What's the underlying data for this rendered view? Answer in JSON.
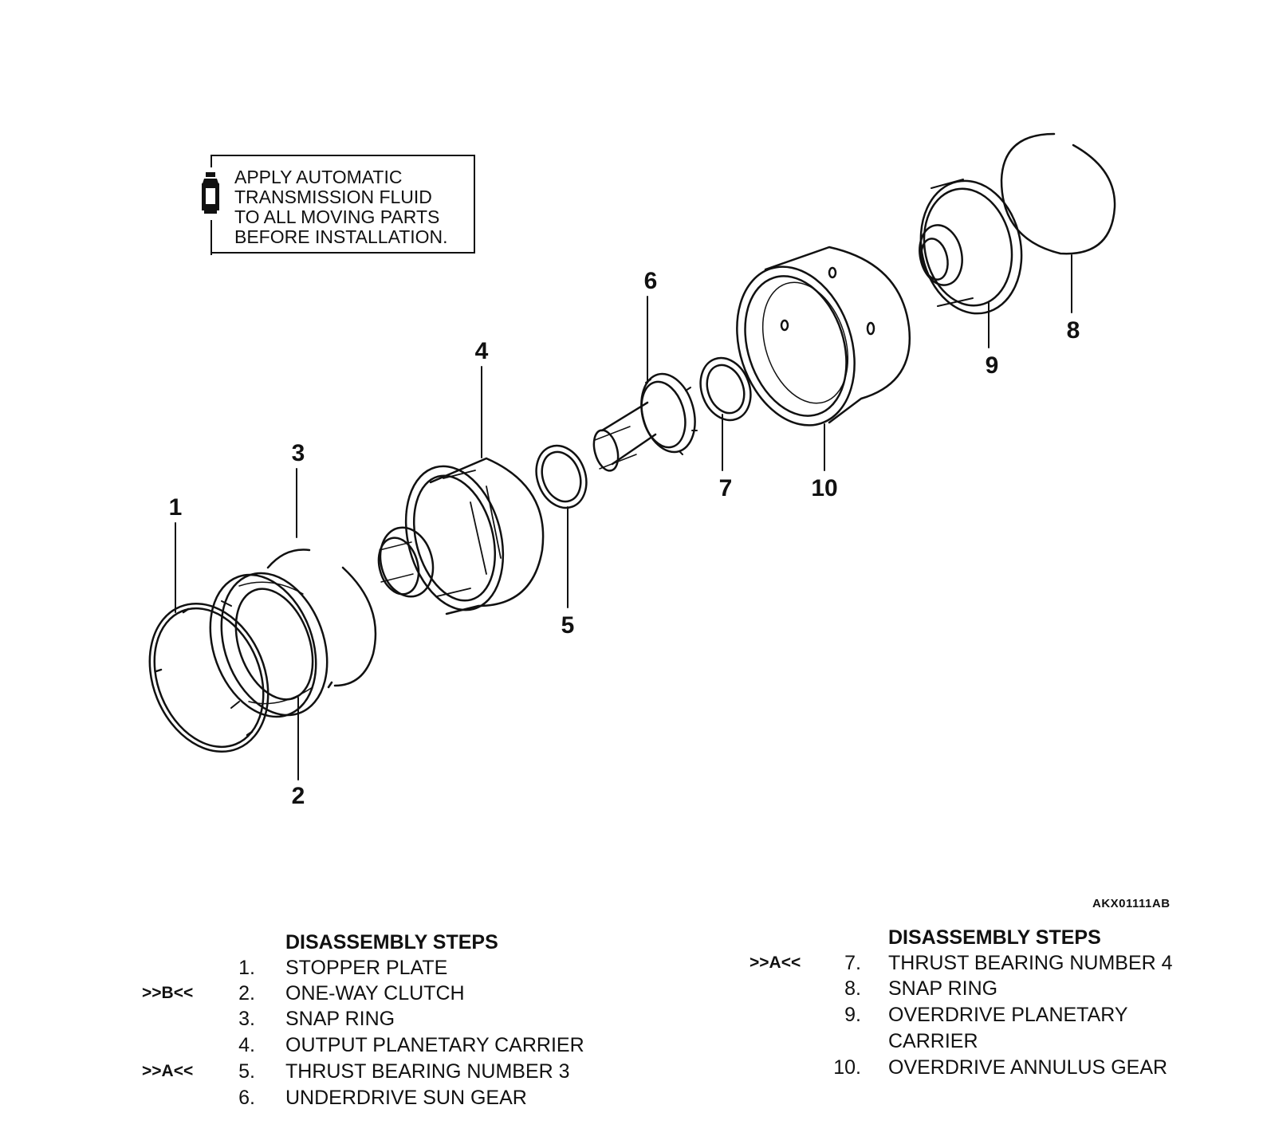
{
  "note": {
    "lines": [
      "APPLY AUTOMATIC",
      "TRANSMISSION FLUID",
      "TO ALL MOVING PARTS",
      "BEFORE INSTALLATION."
    ],
    "icon": "fluid-bottle-icon"
  },
  "reference_code": "AKX01111AB",
  "callouts": [
    "1",
    "2",
    "3",
    "4",
    "5",
    "6",
    "7",
    "8",
    "9",
    "10"
  ],
  "steps_left": {
    "heading": "DISASSEMBLY STEPS",
    "items": [
      {
        "mark": "",
        "num": "1.",
        "label": "STOPPER PLATE"
      },
      {
        "mark": ">>B<<",
        "num": "2.",
        "label": "ONE-WAY CLUTCH"
      },
      {
        "mark": "",
        "num": "3.",
        "label": "SNAP RING"
      },
      {
        "mark": "",
        "num": "4.",
        "label": "OUTPUT PLANETARY CARRIER"
      },
      {
        "mark": ">>A<<",
        "num": "5.",
        "label": "THRUST BEARING NUMBER 3"
      },
      {
        "mark": "",
        "num": "6.",
        "label": "UNDERDRIVE SUN GEAR"
      }
    ]
  },
  "steps_right": {
    "heading": "DISASSEMBLY STEPS",
    "items": [
      {
        "mark": ">>A<<",
        "num": "7.",
        "label": "THRUST BEARING NUMBER 4"
      },
      {
        "mark": "",
        "num": "8.",
        "label": "SNAP RING"
      },
      {
        "mark": "",
        "num": "9.",
        "label": "OVERDRIVE PLANETARY",
        "label2": "CARRIER"
      },
      {
        "mark": "",
        "num": "10.",
        "label": "OVERDRIVE ANNULUS GEAR"
      }
    ]
  }
}
